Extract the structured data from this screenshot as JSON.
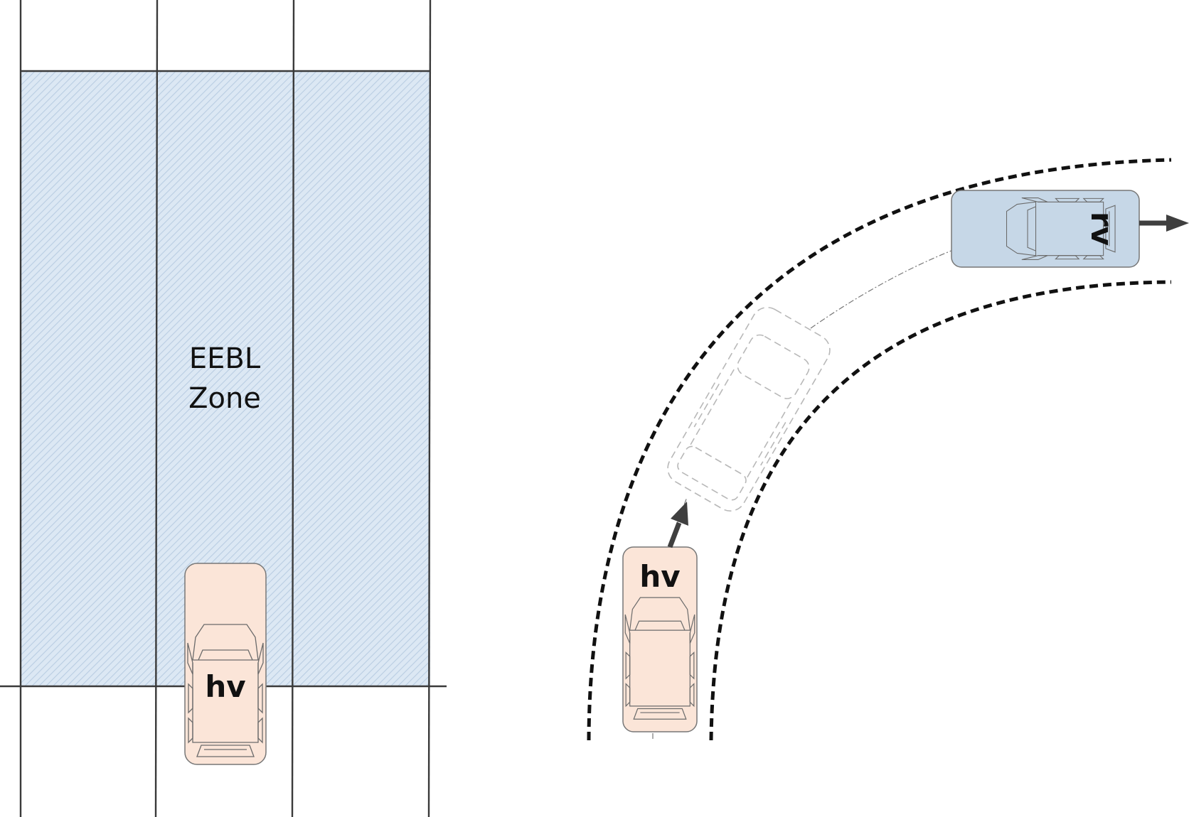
{
  "zone_diagram": {
    "zone_label_line1": "EEBL",
    "zone_label_line2": "Zone",
    "host_vehicle_label": "hv"
  },
  "curve_diagram": {
    "host_vehicle_label": "hv",
    "remote_vehicle_label": "rv"
  },
  "colors": {
    "zone_fill": "#dce8f4",
    "zone_hatch": "#b9cde2",
    "lane_line": "#3a3a3a",
    "host_vehicle_fill": "#fbe5d8",
    "remote_vehicle_fill": "#c6d7e7",
    "arrow": "#3f3f3f"
  },
  "icons": {
    "host_car": "car-topview-icon",
    "remote_car": "car-topview-icon",
    "predicted_path_car": "car-outline-dashed-icon",
    "heading_arrow": "arrow-icon"
  }
}
